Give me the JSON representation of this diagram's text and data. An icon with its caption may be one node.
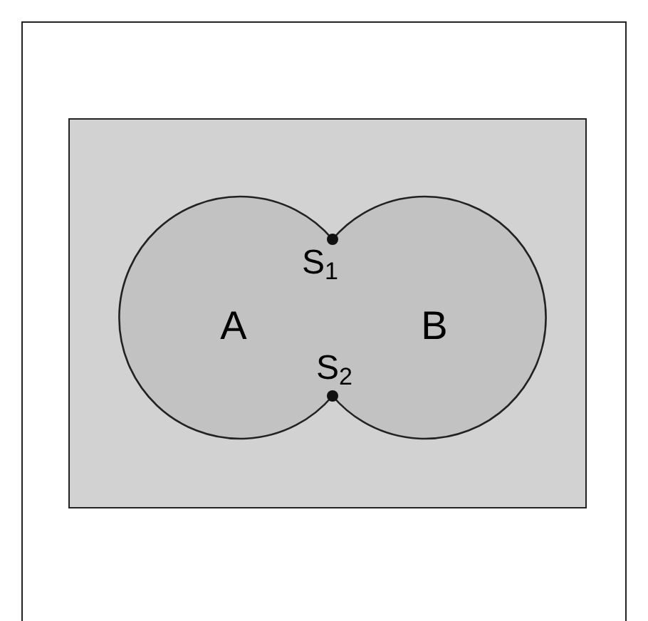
{
  "diagram": {
    "nodes": [
      {
        "text": [],
        "shape": "box"
      },
      {
        "text": [
          "A"
        ],
        "in": 0
      },
      {
        "text": [
          "B"
        ],
        "in": 0
      }
    ],
    "labels": [
      "S$_{1}$",
      "S$_{2}$"
    ]
  }
}
